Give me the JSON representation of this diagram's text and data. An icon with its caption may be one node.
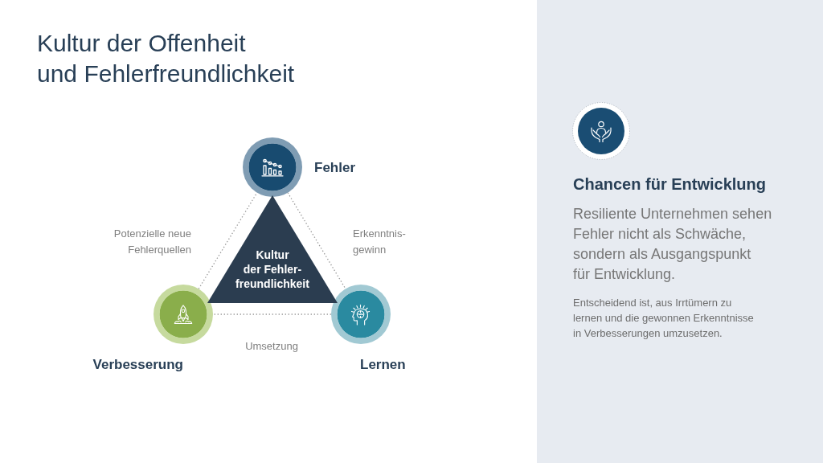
{
  "diagram": {
    "title": "Kultur der Offenheit und Fehlerfreundlichkeit",
    "nodes": [
      {
        "text": [
          "Fehler"
        ]
      },
      {
        "text": [
          "Kultur der Fehler- freundlichkeit"
        ]
      },
      {
        "text": [
          "Verbesserung"
        ]
      },
      {
        "text": [
          "Lernen"
        ]
      },
      {
        "text": [
          "Chancen für Entwicklung",
          "Resiliente Unternehmen sehen Fehler nicht als Schwäche, sondern als Ausgangspunkt für Entwicklung.",
          "Entscheidend ist, aus Irrtümern zu lernen und die gewonnen Erkenntnisse in Verbesserungen umzusetzen."
        ]
      }
    ],
    "edges": [
      {
        "from": 0,
        "to": 3,
        "arrow": "none",
        "label": "Erkenntnis- gewinn",
        "style": "dashed"
      },
      {
        "from": 3,
        "to": 2,
        "arrow": "none",
        "label": "Umsetzung",
        "style": "dashed"
      },
      {
        "from": 2,
        "to": 0,
        "arrow": "none",
        "label": "Potenzielle neue Fehlerquellen",
        "style": "dashed"
      }
    ]
  }
}
